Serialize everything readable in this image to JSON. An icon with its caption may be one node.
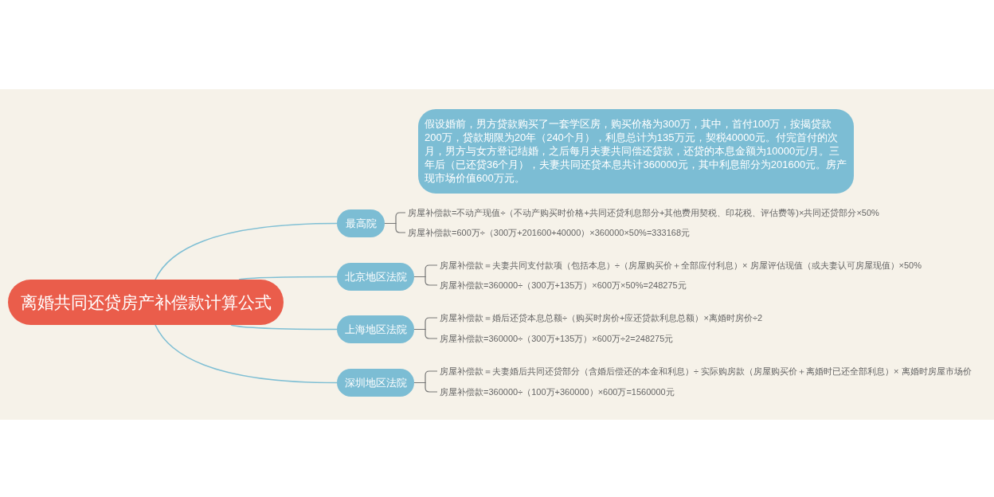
{
  "diagram": {
    "nodes": [
      {
        "text": [
          "假设婚前，男方贷款购买了一套学区房，购买价格为300万，其中，首付100万，按揭贷款200万，贷款期限为20年（240个月），利息总计为135万元，契税40000元。付完首付的次月，男方与女方登记结婚，之后每月夫妻共同偿还贷款，还贷的本息金额为10000元/月。三年后（已还贷36个月），夫妻共同还贷本息共计360000元，其中利息部分为201600元。房产现市场价值600万元。"
        ]
      },
      {
        "text": [
          "离婚共同还贷房产补偿款计算公式"
        ]
      },
      {
        "text": [
          "最高院"
        ]
      },
      {
        "text": [
          "房屋补偿款=不动产现值÷（不动产购买时价格+共同还贷利息部分+其他费用契税、印花税、评估费等)×共同还贷部分×50%"
        ]
      },
      {
        "text": [
          "房屋补偿款=600万÷（300万+201600+40000）×360000×50%=333168元"
        ]
      },
      {
        "text": [
          "北京地区法院"
        ]
      },
      {
        "text": [
          "房屋补偿款＝夫妻共同支付款项（包括本息）÷（房屋购买价＋全部应付利息）× 房屋评估现值（或夫妻认可房屋现值）×50%"
        ]
      },
      {
        "text": [
          "房屋补偿款=360000÷（300万+135万）×600万×50%=248275元"
        ]
      },
      {
        "text": [
          "上海地区法院"
        ]
      },
      {
        "text": [
          "房屋补偿款＝婚后还贷本息总额÷（购买时房价+应还贷款利息总额）×离婚时房价÷2"
        ]
      },
      {
        "text": [
          "房屋补偿款=360000÷（300万+135万）×600万÷2=248275元"
        ]
      },
      {
        "text": [
          "深圳地区法院"
        ]
      },
      {
        "text": [
          "房屋补偿款＝夫妻婚后共同还贷部分（含婚后偿还的本金和利息）÷ 实际购房款（房屋购买价＋离婚时已还全部利息）× 离婚时房屋市场价"
        ]
      },
      {
        "text": [
          "房屋补偿款=360000÷（100万+360000）×600万=1560000元"
        ]
      }
    ],
    "edges": [
      {
        "from": 1,
        "to": 2,
        "arrow": "none",
        "color": "#7fbfd4"
      },
      {
        "from": 1,
        "to": 5,
        "arrow": "none",
        "color": "#7fbfd4"
      },
      {
        "from": 1,
        "to": 8,
        "arrow": "none",
        "color": "#7fbfd4"
      },
      {
        "from": 1,
        "to": 11,
        "arrow": "none",
        "color": "#7fbfd4"
      },
      {
        "from": 2,
        "to": 3,
        "arrow": "none"
      },
      {
        "from": 2,
        "to": 4,
        "arrow": "none"
      },
      {
        "from": 5,
        "to": 6,
        "arrow": "none"
      },
      {
        "from": 5,
        "to": 7,
        "arrow": "none"
      },
      {
        "from": 8,
        "to": 9,
        "arrow": "none"
      },
      {
        "from": 8,
        "to": 10,
        "arrow": "none"
      },
      {
        "from": 11,
        "to": 12,
        "arrow": "none"
      },
      {
        "from": 11,
        "to": 13,
        "arrow": "none"
      }
    ]
  }
}
